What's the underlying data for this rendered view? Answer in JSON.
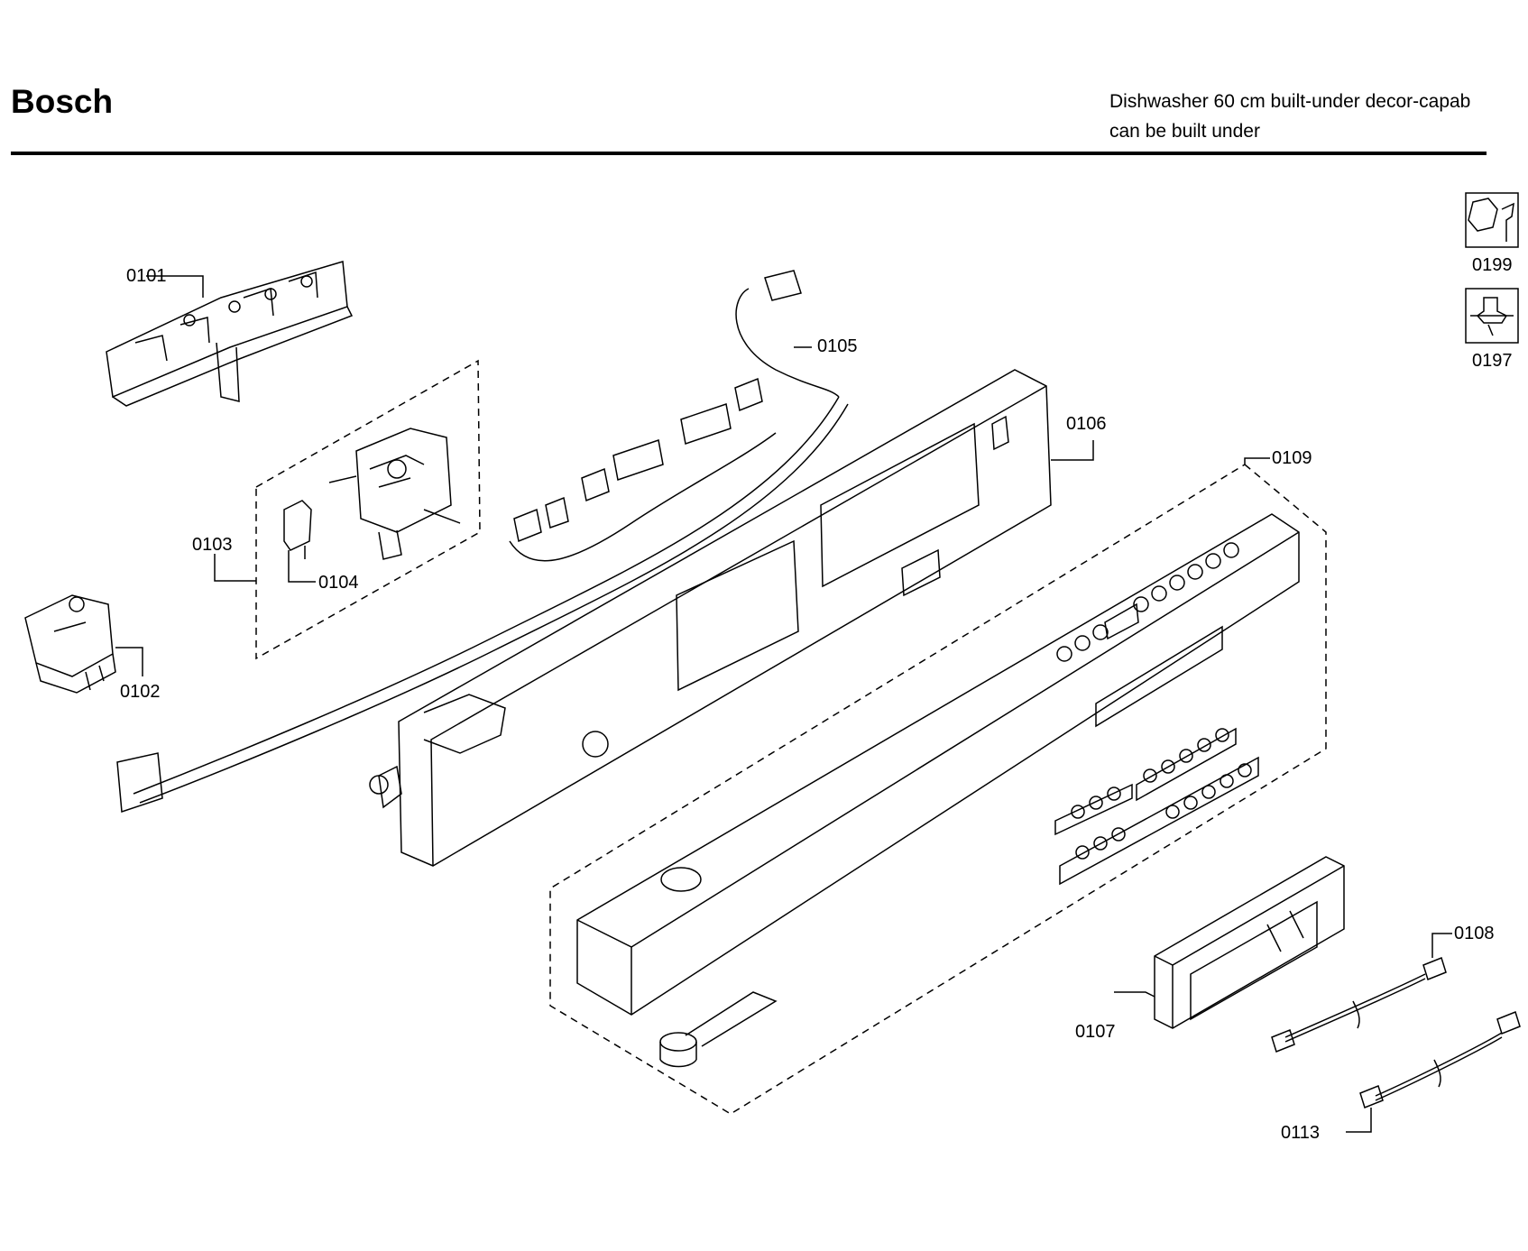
{
  "header": {
    "brand": "Bosch",
    "description_line1": "Dishwasher 60 cm built-under decor-capab",
    "description_line2": "can be built under"
  },
  "parts": [
    {
      "id": "0101"
    },
    {
      "id": "0102"
    },
    {
      "id": "0103"
    },
    {
      "id": "0104"
    },
    {
      "id": "0105"
    },
    {
      "id": "0106"
    },
    {
      "id": "0107"
    },
    {
      "id": "0108"
    },
    {
      "id": "0109"
    },
    {
      "id": "0113"
    }
  ],
  "tools": [
    {
      "id": "0199",
      "icon": "wrench-nut-icon"
    },
    {
      "id": "0197",
      "icon": "grease-gun-icon"
    }
  ]
}
